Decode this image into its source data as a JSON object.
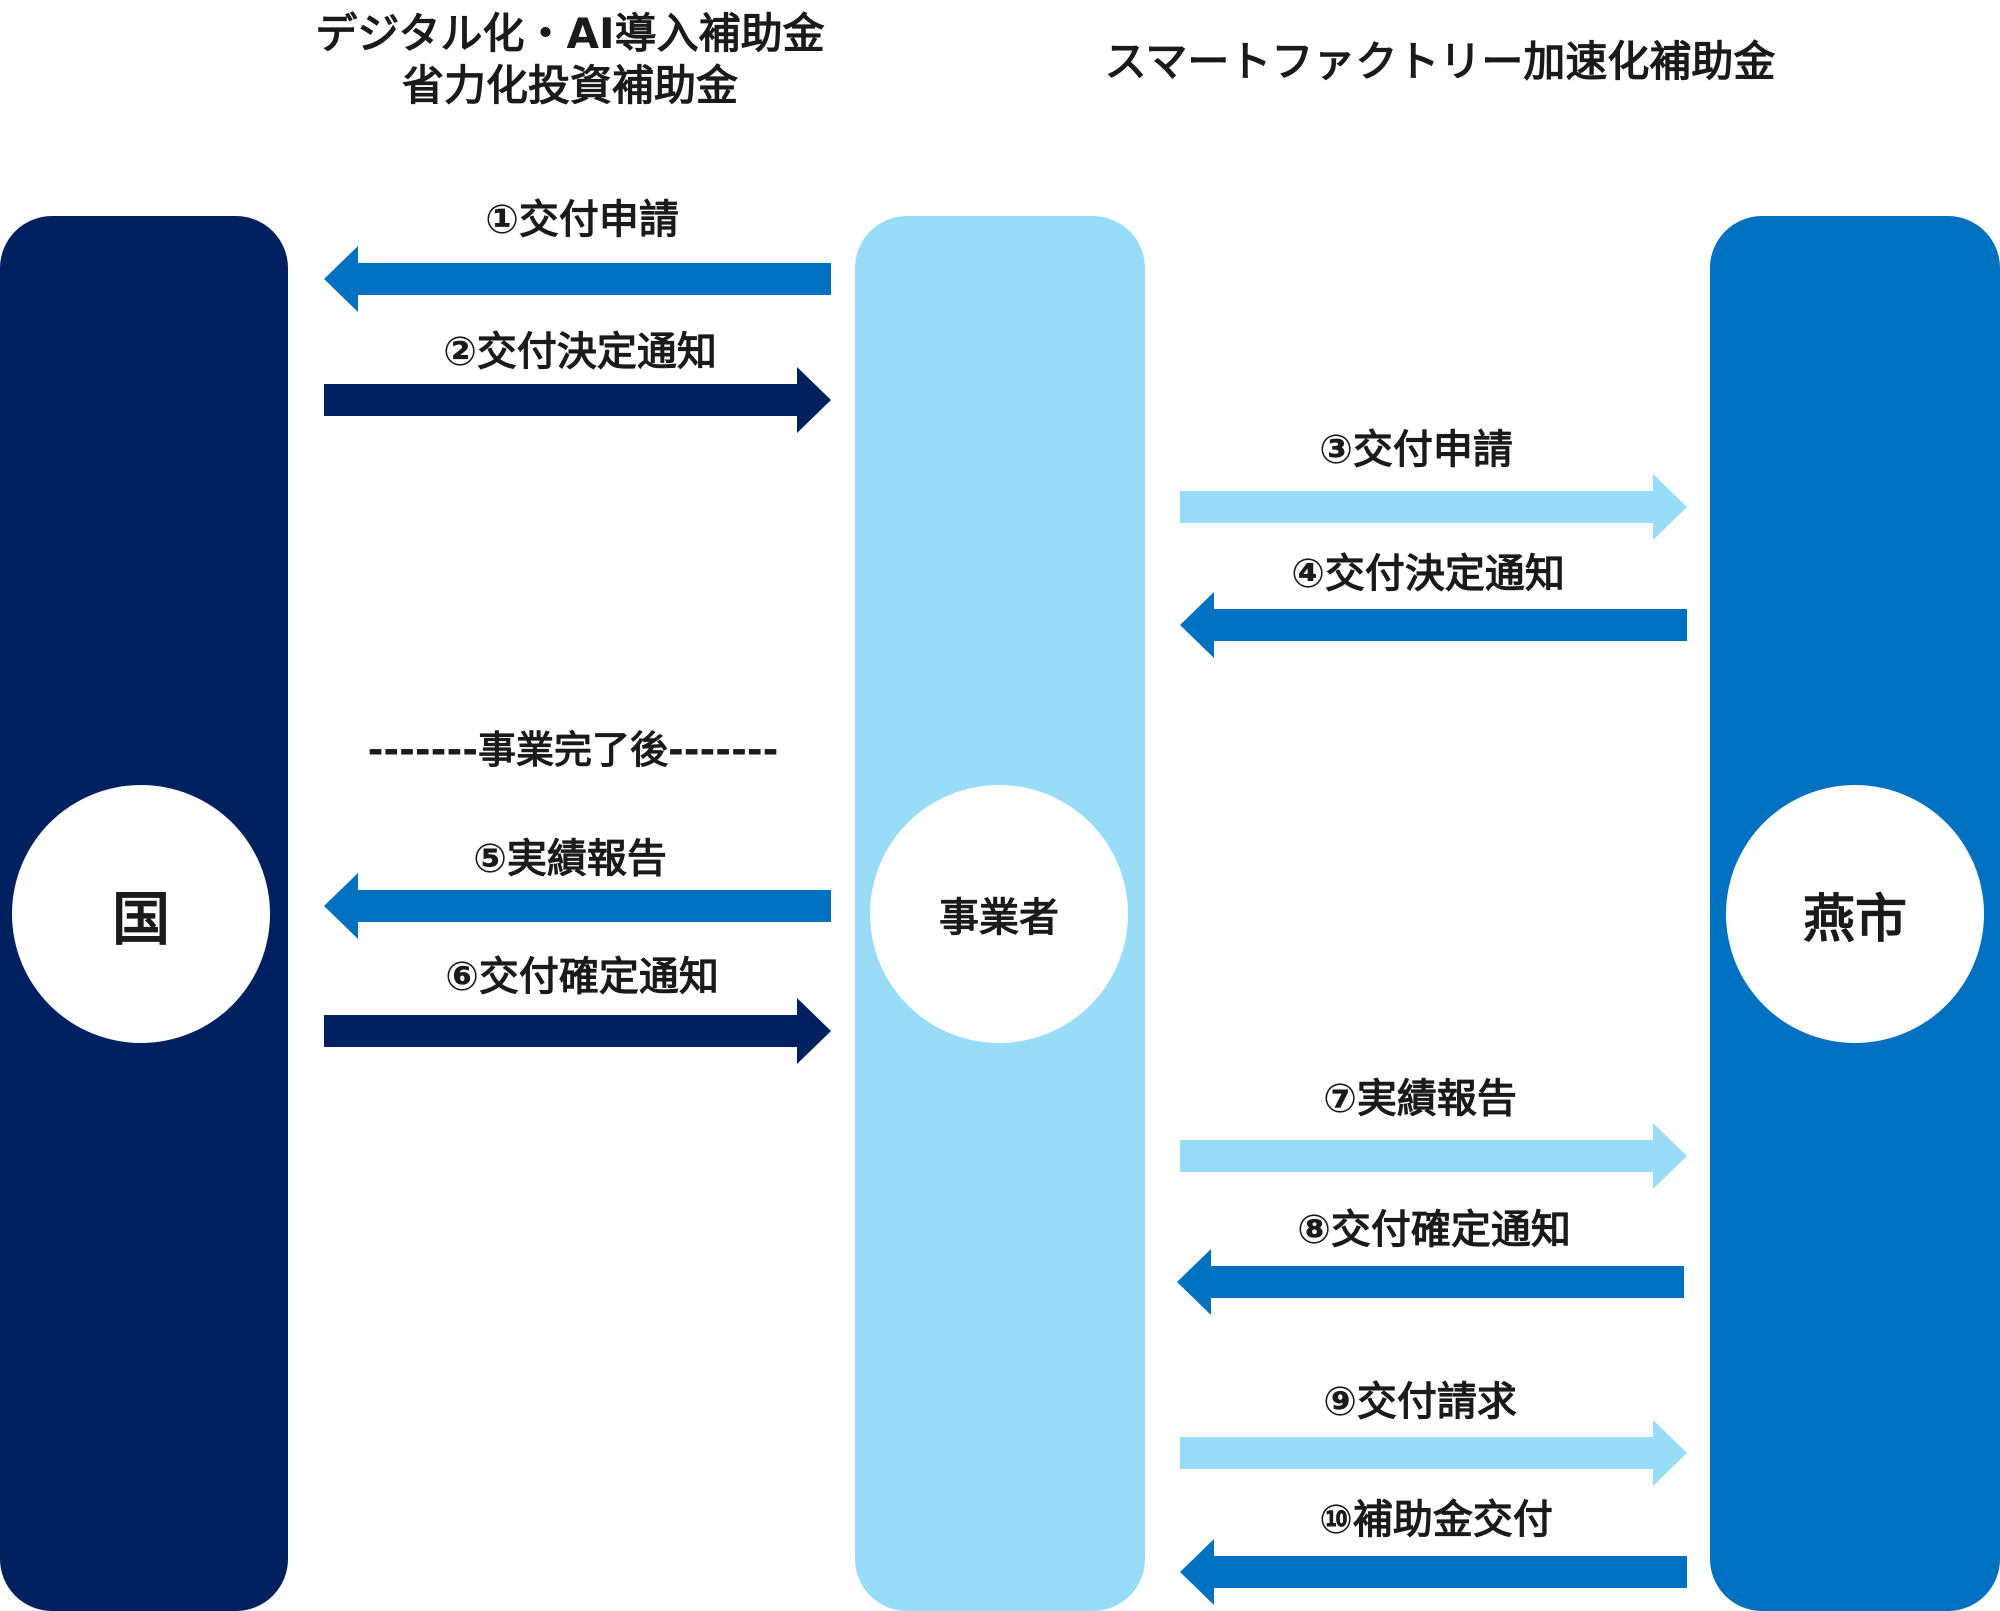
{
  "headings": {
    "left_line1": "デジタル化・AI導入補助金",
    "left_line2": "省力化投資補助金",
    "right": "スマートファクトリー加速化補助金"
  },
  "actors": {
    "country": "国",
    "business": "事業者",
    "city": "燕市"
  },
  "divider": "-------事業完了後-------",
  "steps": [
    {
      "label": "①交付申請",
      "direction": "left",
      "color": "#0070c0"
    },
    {
      "label": "②交付決定通知",
      "direction": "right",
      "color": "#002060"
    },
    {
      "label": "③交付申請",
      "direction": "right",
      "color": "#99dcf8"
    },
    {
      "label": "④交付決定通知",
      "direction": "left",
      "color": "#0070c0"
    },
    {
      "label": "⑤実績報告",
      "direction": "left",
      "color": "#0070c0"
    },
    {
      "label": "⑥交付確定通知",
      "direction": "right",
      "color": "#002060"
    },
    {
      "label": "⑦実績報告",
      "direction": "right",
      "color": "#99dcf8"
    },
    {
      "label": "⑧交付確定通知",
      "direction": "left",
      "color": "#0070c0"
    },
    {
      "label": "⑨交付請求",
      "direction": "right",
      "color": "#99dcf8"
    },
    {
      "label": "⑩補助金交付",
      "direction": "left",
      "color": "#0070c0"
    }
  ],
  "colors": {
    "country_column": "#002060",
    "business_column": "#99dcf8",
    "city_column": "#0070c0"
  }
}
